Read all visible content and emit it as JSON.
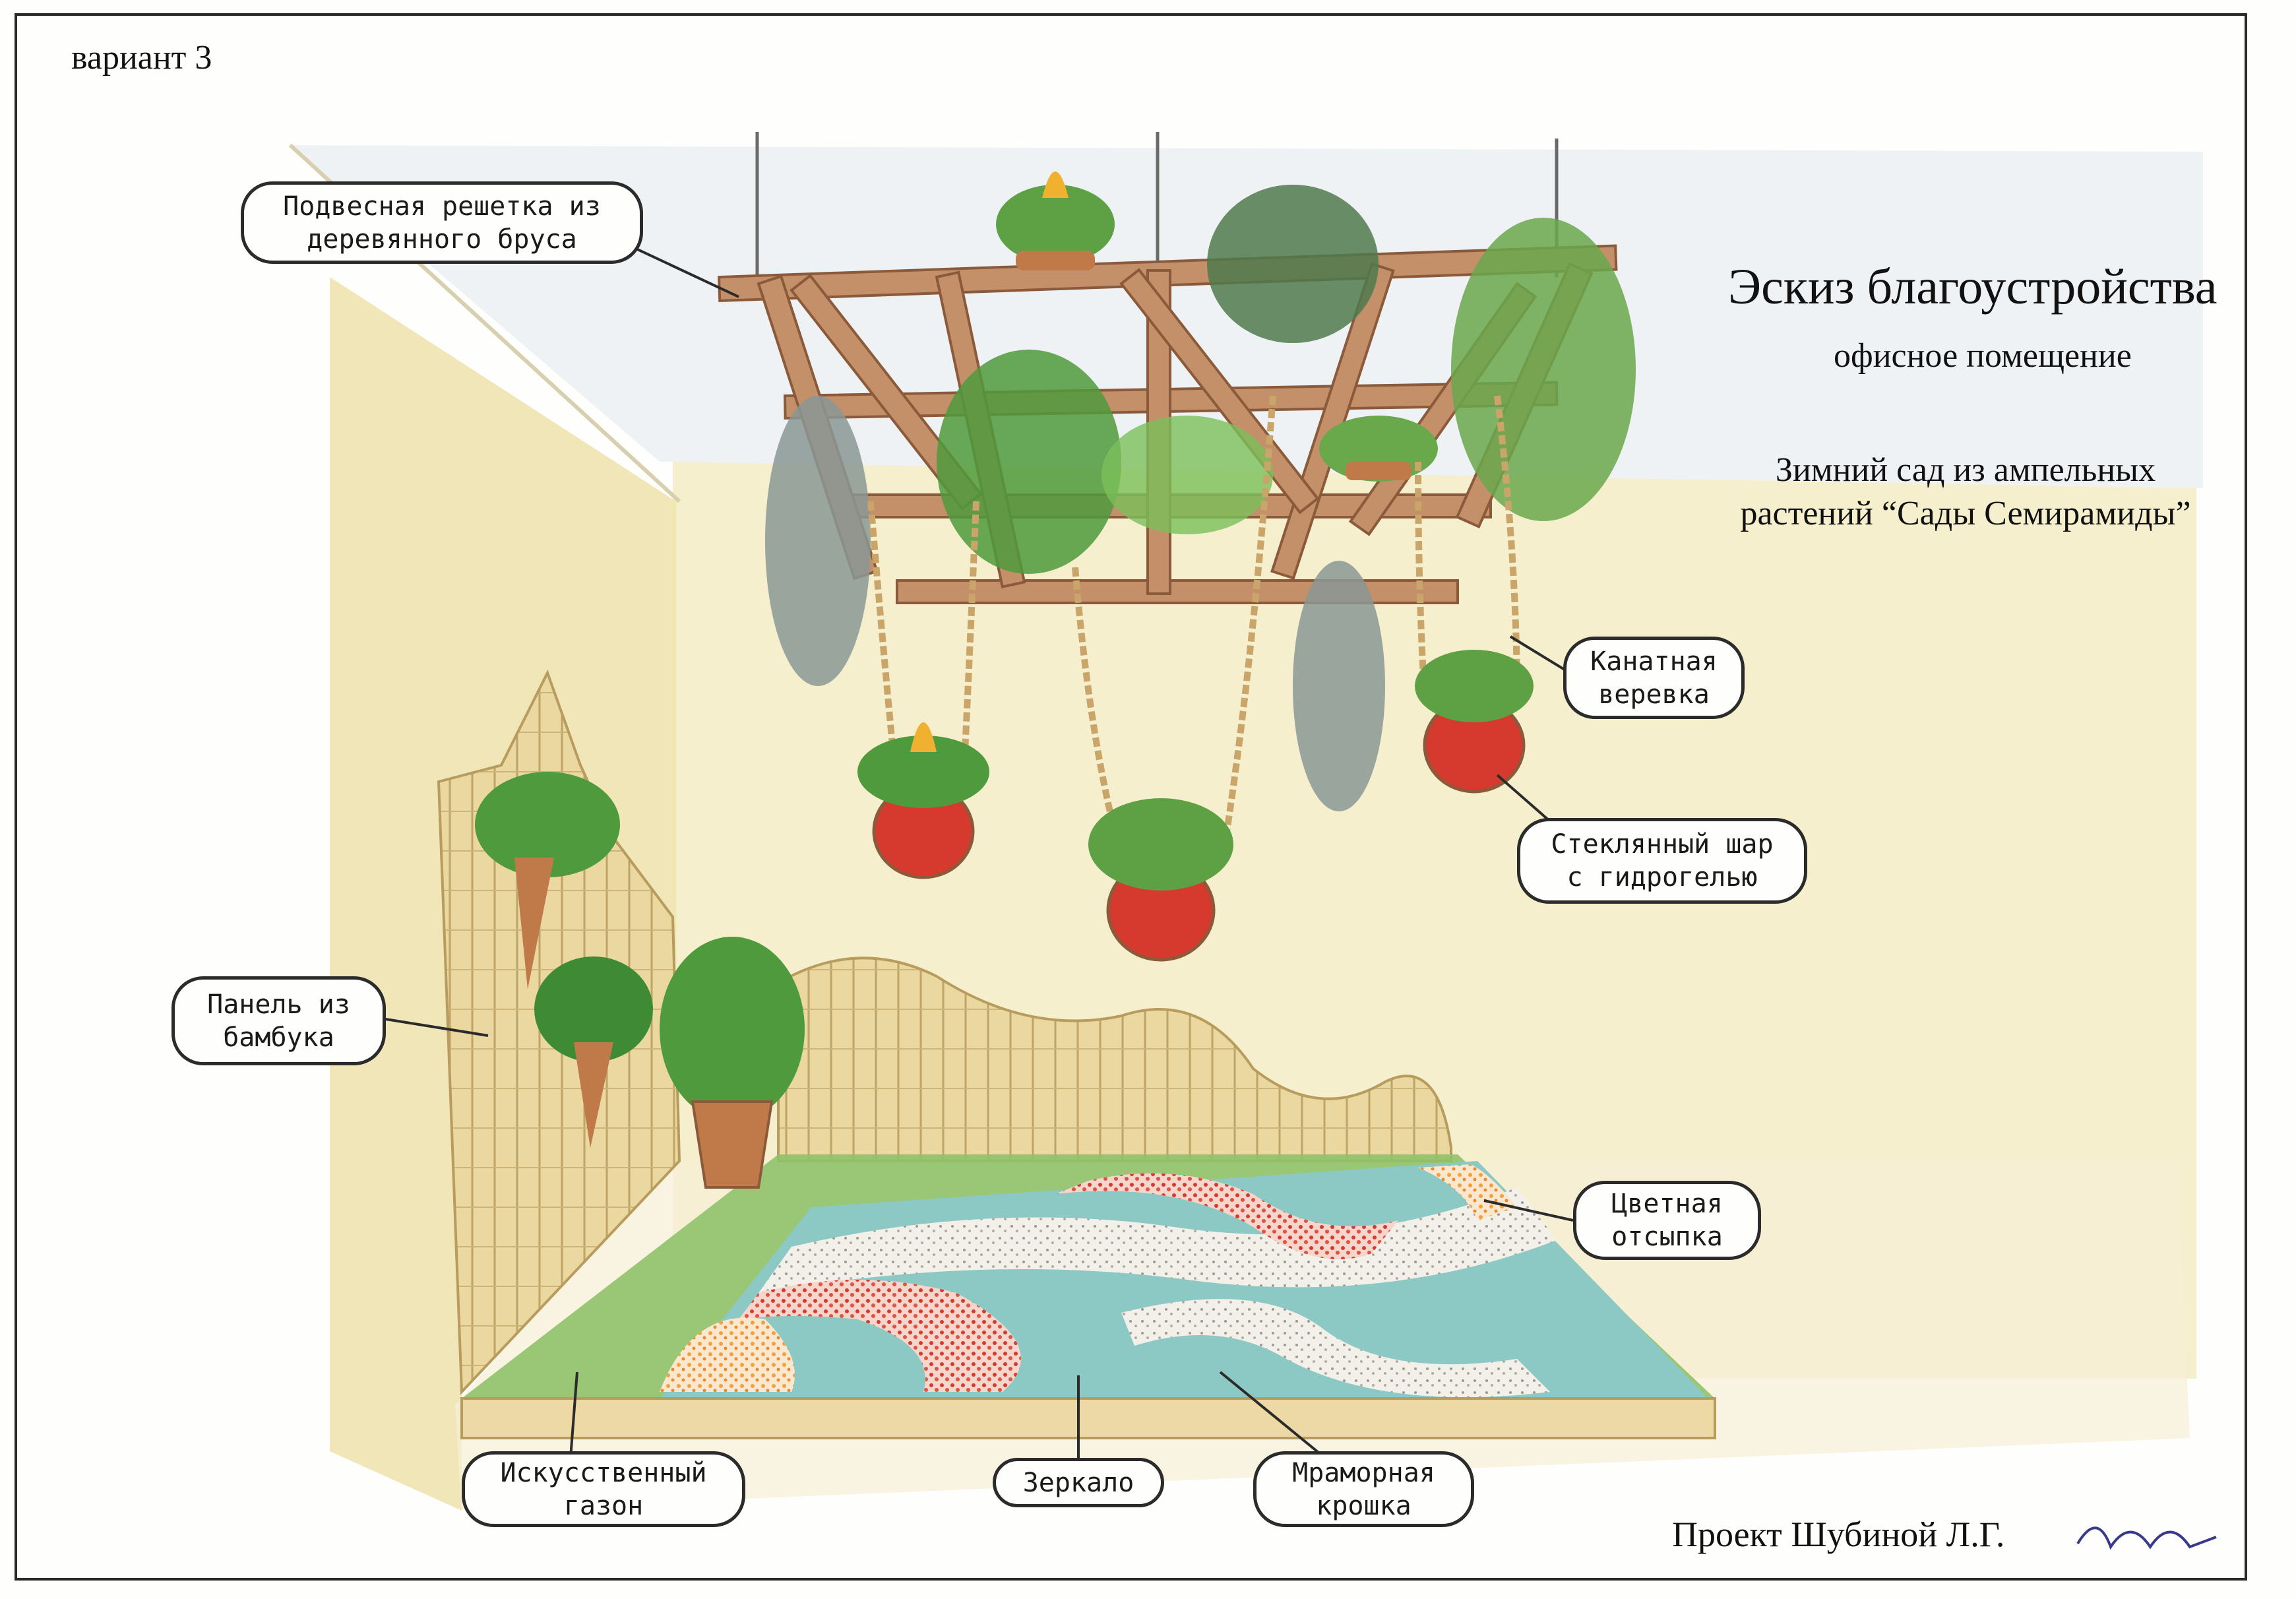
{
  "variant_label": "вариант 3",
  "title": "Эскиз благоустройства",
  "subtitle": "офисное помещение",
  "garden_description": "Зимний сад из ампельных растений “Сады Семирамиды”",
  "author_line": "Проект Шубиной Л.Г.",
  "signature_text": "Шубина",
  "callouts": {
    "trellis": "Подвесная решетка из деревянного бруса",
    "rope": "Канатная веревка",
    "glass_ball": "Стеклянный шар с гидрогелью",
    "bamboo_panel": "Панель из бамбука",
    "colored_fill": "Цветная отсыпка",
    "artificial_lawn": "Искусственный газон",
    "mirror": "Зеркало",
    "marble_chips": "Мраморная крошка"
  },
  "colors": {
    "wall": "#f4ecc4",
    "wood": "#c4906a",
    "bamboo": "#e6d49a",
    "lawn": "#8fc26a",
    "mirror": "#8cc8c4",
    "red_fill": "#d63a2e",
    "orange_fill": "#f0a048",
    "foliage": "#4f9a3c",
    "silver_foliage": "#8a9894",
    "rope": "#c9a56a",
    "pot_terracotta": "#c07a4a"
  }
}
